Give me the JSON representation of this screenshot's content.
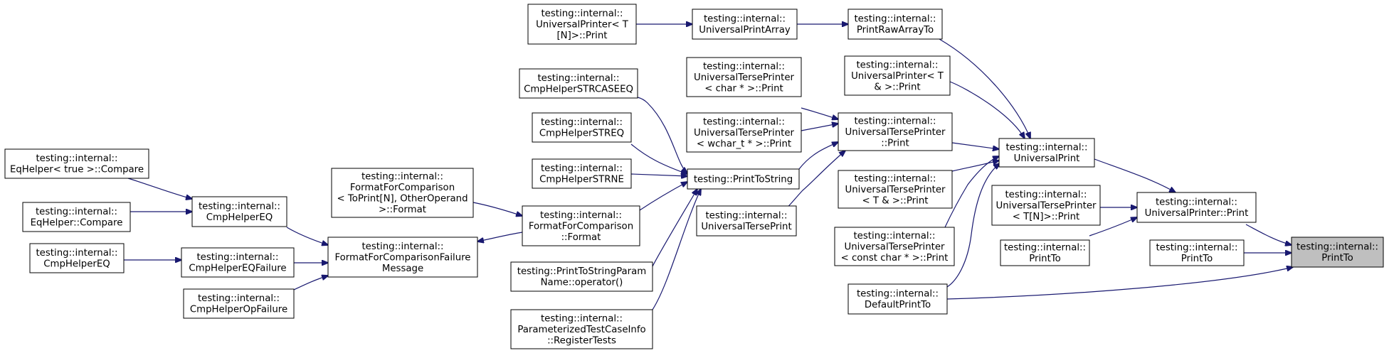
{
  "colors": {
    "edge": "#191970",
    "node_border": "#000000",
    "node_fill": "#ffffff",
    "highlight_fill": "#bfbfbf"
  },
  "nodes": {
    "printto_target": [
      "testing::internal::",
      "PrintTo"
    ],
    "printto_mid": [
      "testing::internal::",
      "PrintTo"
    ],
    "printto_left": [
      "testing::internal::",
      "PrintTo"
    ],
    "universalprinter_print": [
      "testing::internal::",
      "UniversalPrinter::Print"
    ],
    "universalprint": [
      "testing::internal::",
      "UniversalPrint"
    ],
    "defaultprintto": [
      "testing::internal::",
      "DefaultPrintTo"
    ],
    "universaltersep_tn_print": [
      "testing::internal::",
      "UniversalTersePrinter",
      "< T[N]>::Print"
    ],
    "printrawarrayto": [
      "testing::internal::",
      "PrintRawArrayTo"
    ],
    "universalprintarray": [
      "testing::internal::",
      "UniversalPrintArray"
    ],
    "universalprinter_tn_print": [
      "testing::internal::",
      "UniversalPrinter< T",
      "[N]>::Print"
    ],
    "universalprinter_tref_print": [
      "testing::internal::",
      "UniversalPrinter< T",
      "& >::Print"
    ],
    "universaltersep_print": [
      "testing::internal::",
      "UniversalTersePrinter",
      "::Print"
    ],
    "universaltersep_tref_print": [
      "testing::internal::",
      "UniversalTersePrinter",
      "< T & >::Print"
    ],
    "universaltersep_constchar_print": [
      "testing::internal::",
      "UniversalTersePrinter",
      "< const char * >::Print"
    ],
    "universaltersep_char_print": [
      "testing::internal::",
      "UniversalTersePrinter",
      "< char * >::Print"
    ],
    "universaltersep_wchar_print": [
      "testing::internal::",
      "UniversalTersePrinter",
      "< wchar_t * >::Print"
    ],
    "universalterseprint": [
      "testing::internal::",
      "UniversalTersePrint"
    ],
    "printtostring": [
      "testing::PrintToString"
    ],
    "cmphelperstrcaseeq": [
      "testing::internal::",
      "CmpHelperSTRCASEEQ"
    ],
    "cmphelperstreq": [
      "testing::internal::",
      "CmpHelperSTREQ"
    ],
    "cmphelperstrne": [
      "testing::internal::",
      "CmpHelperSTRNE"
    ],
    "printtostringparamname": [
      "testing::PrintToStringParam",
      "Name::operator()"
    ],
    "parameterizedtestcaseinfo": [
      "testing::internal::",
      "ParameterizedTestCaseInfo",
      "::RegisterTests"
    ],
    "formatforcomparison_format": [
      "testing::internal::",
      "FormatForComparison",
      "::Format"
    ],
    "formatforcomparison_topront": [
      "testing::internal::",
      "FormatForComparison",
      "< ToPrint[N], OtherOperand",
      ">::Format"
    ],
    "formatforcomparisonfailuremessage": [
      "testing::internal::",
      "FormatForComparisonFailure",
      "Message"
    ],
    "cmphelpereq_mid": [
      "testing::internal::",
      "CmpHelperEQ"
    ],
    "cmphelpereqfailure": [
      "testing::internal::",
      "CmpHelperEQFailure"
    ],
    "cmphelperopfailure": [
      "testing::internal::",
      "CmpHelperOpFailure"
    ],
    "eqhelper_true_compare": [
      "testing::internal::",
      "EqHelper< true >::Compare"
    ],
    "eqhelper_compare": [
      "testing::internal::",
      "EqHelper::Compare"
    ],
    "cmphelpereq_left": [
      "testing::internal::",
      "CmpHelperEQ"
    ]
  }
}
